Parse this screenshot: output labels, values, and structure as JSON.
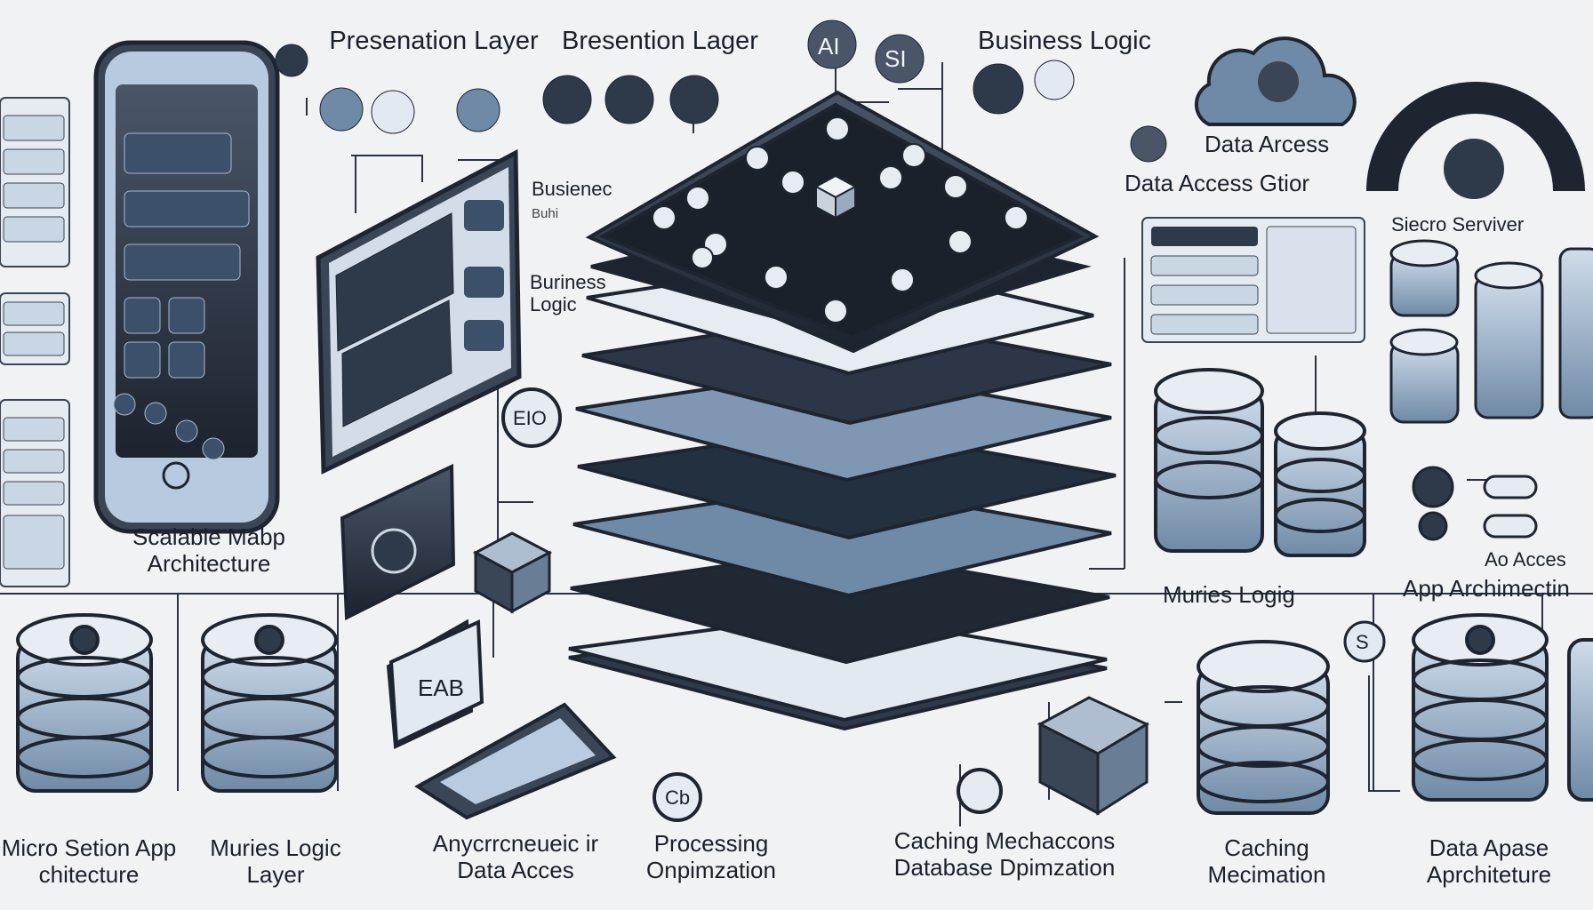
{
  "colors": {
    "background": "#f1f2f4",
    "ink": "#1e2530",
    "dark": "#2b3442",
    "steel": "#6f8aa6",
    "light_steel": "#b9cbe0",
    "paper": "#e9ecf1"
  },
  "top_labels": {
    "presentation_layer": "Presenation Layer",
    "bresention_lager": "Bresention Lager",
    "business_logic": "Business Logic",
    "badge_ai": "AI",
    "badge_si": "SI"
  },
  "side_labels": {
    "busieneo": "Busienec",
    "buhi": "Buhi",
    "burriness_logic": "Buriness Logic",
    "eio_badge": "EIO",
    "eab_badge": "EAB",
    "data_arcess": "Data Arcess",
    "data_access_gitor": "Data Access Gtior",
    "sieco_server": "Siecro Serviver",
    "muries_logig": "Muries Logig",
    "app_archimectin": "App Archimectin",
    "ao_acces": "Ao Acces",
    "scalable_arch": "Scalable Mabp Architecture",
    "cb_badge": "Cb",
    "s_badge": "S"
  },
  "bottom_labels": {
    "micro_setion": "Micro Setion App chitecture",
    "muries_logic": "Muries Logic Layer",
    "anycc": "Anycrrcneueic ir Data Acces",
    "processing": "Processing Onpimzation",
    "caching_mech": "Caching Mechaccons Database Dpimzation",
    "caching": "Caching Mecimation",
    "data_apase": "Data Apase Aprchiteture"
  },
  "icons": [
    "phone-icon",
    "tablet-icon",
    "layer-stack-icon",
    "database-icon",
    "cloud-icon",
    "server-icon",
    "gauge-icon",
    "cube-icon",
    "laptop-icon"
  ]
}
